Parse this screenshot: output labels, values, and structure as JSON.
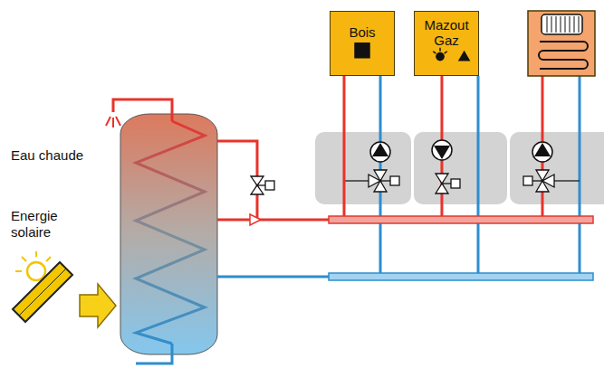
{
  "diagram": {
    "nodes": [
      {
        "text": [
          "Bois"
        ]
      },
      {
        "text": [
          "Mazout Gaz"
        ]
      }
    ],
    "edges": [
      {
        "from": 0,
        "to": 1,
        "arrow": "none"
      },
      {
        "from": 0,
        "to": 1,
        "arrow": "none"
      }
    ],
    "labels": [
      "Eau chaude",
      "Energie solaire"
    ]
  }
}
